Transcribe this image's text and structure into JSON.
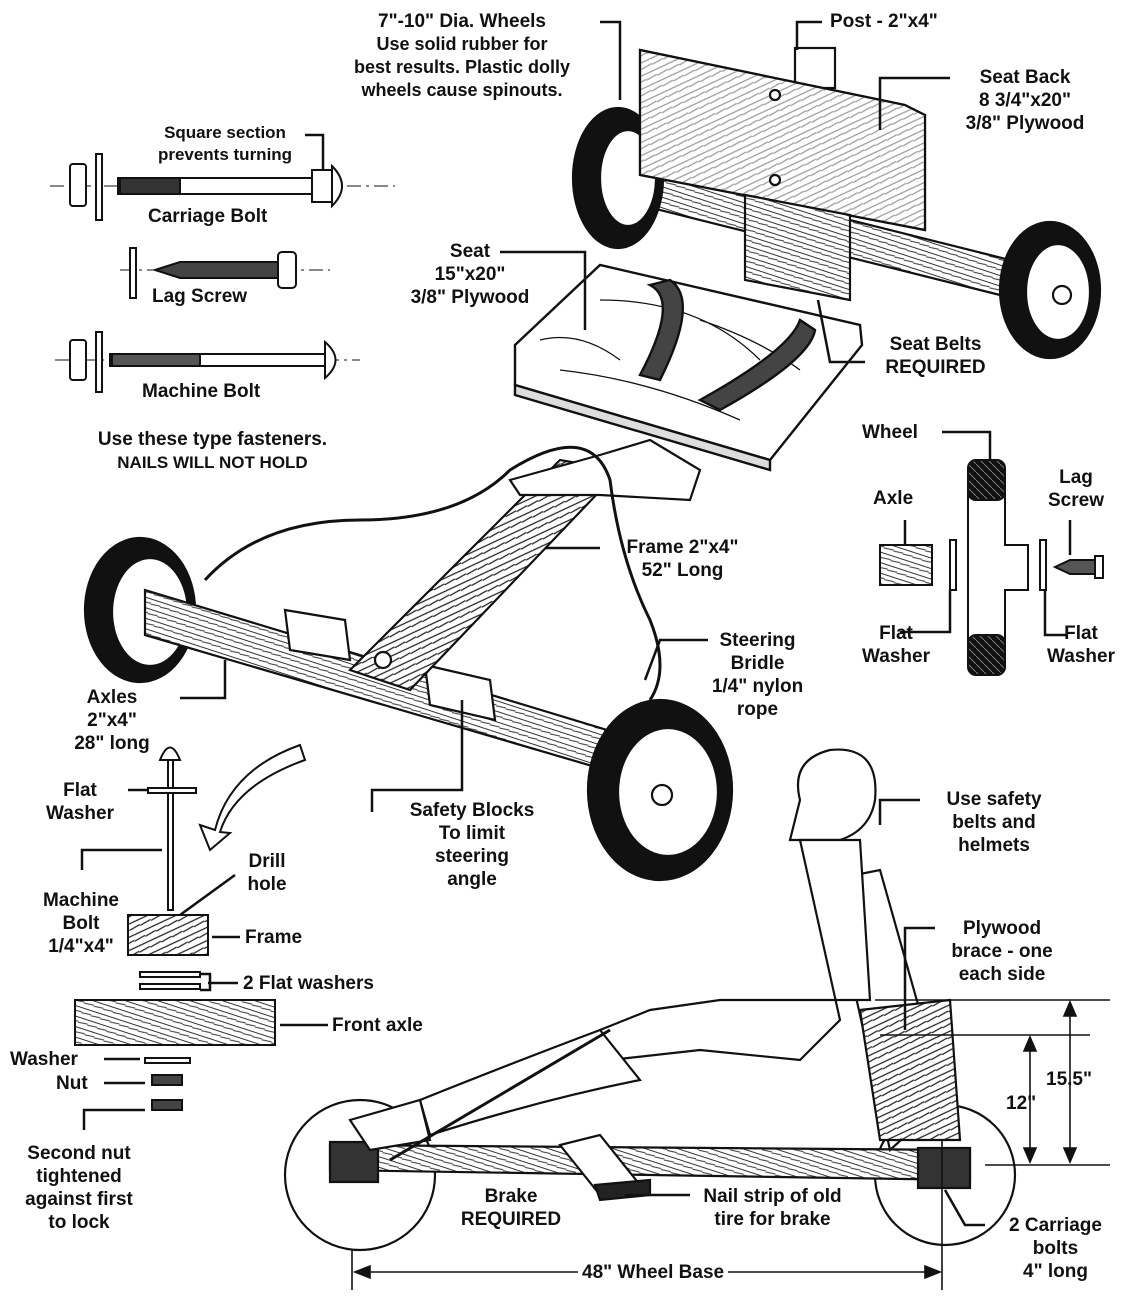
{
  "labels": {
    "wheels": [
      "7\"-10\" Dia. Wheels",
      "Use solid rubber for",
      "best results.  Plastic dolly",
      "wheels cause spinouts."
    ],
    "post": [
      "Post - 2\"x4\""
    ],
    "seat_back": [
      "Seat Back",
      "8 3/4\"x20\"",
      "3/8\" Plywood"
    ],
    "square_section": [
      "Square section",
      "prevents turning"
    ],
    "carriage_bolt": [
      "Carriage Bolt"
    ],
    "lag_screw": [
      "Lag Screw"
    ],
    "machine_bolt": [
      "Machine Bolt"
    ],
    "fastener_note": [
      "Use these type fasteners.",
      "NAILS WILL NOT HOLD"
    ],
    "seat": [
      "Seat",
      "15\"x20\"",
      "3/8\" Plywood"
    ],
    "seat_belts": [
      "Seat Belts",
      "REQUIRED"
    ],
    "wheel_detail_wheel": [
      "Wheel"
    ],
    "wheel_detail_axle": [
      "Axle"
    ],
    "wheel_detail_lag": [
      "Lag",
      "Screw"
    ],
    "wheel_detail_washer_left": [
      "Flat",
      "Washer"
    ],
    "wheel_detail_washer_right": [
      "Flat",
      "Washer"
    ],
    "frame": [
      "Frame 2\"x4\"",
      "52\" Long"
    ],
    "steering_bridle": [
      "Steering",
      "Bridle",
      "1/4\" nylon",
      "rope"
    ],
    "axles": [
      "Axles",
      "2\"x4\"",
      "28\" long"
    ],
    "safety_blocks": [
      "Safety Blocks",
      "To limit",
      "steering",
      "angle"
    ],
    "pivot_flat_washer": [
      "Flat",
      "Washer"
    ],
    "pivot_machine_bolt": [
      "Machine",
      "Bolt",
      "1/4\"x4\""
    ],
    "drill_hole": [
      "Drill",
      "hole"
    ],
    "pivot_frame": [
      "Frame"
    ],
    "pivot_two_washers": [
      "2 Flat washers"
    ],
    "pivot_front_axle": [
      "Front axle"
    ],
    "pivot_washer": [
      "Washer"
    ],
    "pivot_nut": [
      "Nut"
    ],
    "second_nut": [
      "Second nut",
      "tightened",
      "against first",
      "to lock"
    ],
    "safety_helmets": [
      "Use safety",
      "belts and",
      "helmets"
    ],
    "plywood_brace": [
      "Plywood",
      "brace - one",
      "each side"
    ],
    "dim_15_5": [
      "15.5\""
    ],
    "dim_12": [
      "12\""
    ],
    "brake": [
      "Brake",
      "REQUIRED"
    ],
    "nail_strip": [
      "Nail strip of old",
      "tire for brake"
    ],
    "carriage_bolts_bottom": [
      "2 Carriage",
      "bolts",
      "4\" long"
    ],
    "wheel_base": [
      "48\" Wheel Base"
    ]
  }
}
